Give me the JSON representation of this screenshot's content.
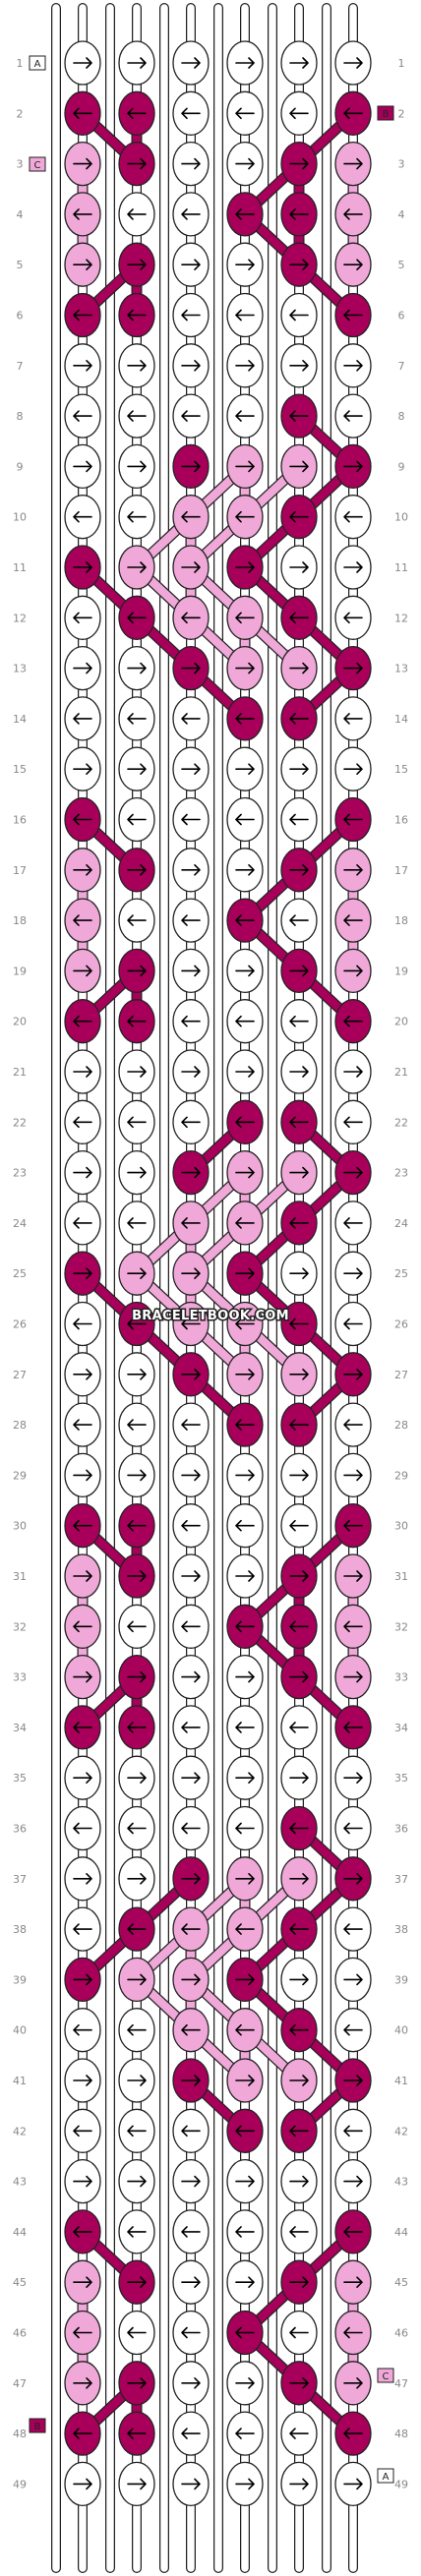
{
  "watermark": "BRACELETBOOK.COM",
  "colors": {
    "A": "#ffffff",
    "B": "#a8005a",
    "C": "#f0a8d8",
    "outline": "#222222"
  },
  "string_labels": {
    "top": "A",
    "row2_right": "B",
    "row3_left": "C",
    "row47_right": "C",
    "row48_left": "B",
    "row49_right": "A"
  },
  "rows": [
    {
      "n": "1",
      "knots": [
        [
          "A",
          "R"
        ],
        [
          "A",
          "R"
        ],
        [
          "A",
          "R"
        ],
        [
          "A",
          "R"
        ],
        [
          "A",
          "R"
        ],
        [
          "A",
          "R"
        ]
      ]
    },
    {
      "n": "2",
      "knots": [
        [
          "B",
          "L"
        ],
        [
          "B",
          "L"
        ],
        [
          "A",
          "L"
        ],
        [
          "A",
          "L"
        ],
        [
          "A",
          "L"
        ],
        [
          "B",
          "L"
        ]
      ]
    },
    {
      "n": "3",
      "knots": [
        [
          "C",
          "R"
        ],
        [
          "B",
          "R"
        ],
        [
          "A",
          "R"
        ],
        [
          "A",
          "R"
        ],
        [
          "B",
          "R"
        ],
        [
          "C",
          "R"
        ]
      ]
    },
    {
      "n": "4",
      "knots": [
        [
          "C",
          "L"
        ],
        [
          "A",
          "L"
        ],
        [
          "A",
          "L"
        ],
        [
          "B",
          "L"
        ],
        [
          "B",
          "L"
        ],
        [
          "C",
          "L"
        ]
      ]
    },
    {
      "n": "5",
      "knots": [
        [
          "C",
          "R"
        ],
        [
          "B",
          "R"
        ],
        [
          "A",
          "R"
        ],
        [
          "A",
          "R"
        ],
        [
          "B",
          "R"
        ],
        [
          "C",
          "R"
        ]
      ]
    },
    {
      "n": "6",
      "knots": [
        [
          "B",
          "L"
        ],
        [
          "B",
          "L"
        ],
        [
          "A",
          "L"
        ],
        [
          "A",
          "L"
        ],
        [
          "A",
          "L"
        ],
        [
          "B",
          "L"
        ]
      ]
    },
    {
      "n": "7",
      "knots": [
        [
          "A",
          "R"
        ],
        [
          "A",
          "R"
        ],
        [
          "A",
          "R"
        ],
        [
          "A",
          "R"
        ],
        [
          "A",
          "R"
        ],
        [
          "A",
          "R"
        ]
      ]
    },
    {
      "n": "8",
      "knots": [
        [
          "A",
          "L"
        ],
        [
          "A",
          "L"
        ],
        [
          "A",
          "L"
        ],
        [
          "A",
          "L"
        ],
        [
          "B",
          "L"
        ],
        [
          "A",
          "L"
        ]
      ]
    },
    {
      "n": "9",
      "knots": [
        [
          "A",
          "R"
        ],
        [
          "A",
          "R"
        ],
        [
          "B",
          "R"
        ],
        [
          "C",
          "R"
        ],
        [
          "C",
          "R"
        ],
        [
          "B",
          "R"
        ]
      ]
    },
    {
      "n": "10",
      "knots": [
        [
          "A",
          "L"
        ],
        [
          "A",
          "L"
        ],
        [
          "C",
          "L"
        ],
        [
          "C",
          "L"
        ],
        [
          "B",
          "L"
        ],
        [
          "A",
          "L"
        ]
      ]
    },
    {
      "n": "11",
      "knots": [
        [
          "B",
          "R"
        ],
        [
          "C",
          "R"
        ],
        [
          "C",
          "R"
        ],
        [
          "B",
          "R"
        ],
        [
          "A",
          "R"
        ],
        [
          "A",
          "R"
        ]
      ]
    },
    {
      "n": "12",
      "knots": [
        [
          "A",
          "L"
        ],
        [
          "B",
          "L"
        ],
        [
          "C",
          "L"
        ],
        [
          "C",
          "L"
        ],
        [
          "B",
          "L"
        ],
        [
          "A",
          "L"
        ]
      ]
    },
    {
      "n": "13",
      "knots": [
        [
          "A",
          "R"
        ],
        [
          "A",
          "R"
        ],
        [
          "B",
          "R"
        ],
        [
          "C",
          "R"
        ],
        [
          "C",
          "R"
        ],
        [
          "B",
          "R"
        ]
      ]
    },
    {
      "n": "14",
      "knots": [
        [
          "A",
          "L"
        ],
        [
          "A",
          "L"
        ],
        [
          "A",
          "L"
        ],
        [
          "B",
          "L"
        ],
        [
          "B",
          "L"
        ],
        [
          "A",
          "L"
        ]
      ]
    },
    {
      "n": "15",
      "knots": [
        [
          "A",
          "R"
        ],
        [
          "A",
          "R"
        ],
        [
          "A",
          "R"
        ],
        [
          "A",
          "R"
        ],
        [
          "A",
          "R"
        ],
        [
          "A",
          "R"
        ]
      ]
    },
    {
      "n": "16",
      "knots": [
        [
          "B",
          "L"
        ],
        [
          "A",
          "L"
        ],
        [
          "A",
          "L"
        ],
        [
          "A",
          "L"
        ],
        [
          "A",
          "L"
        ],
        [
          "B",
          "L"
        ]
      ]
    },
    {
      "n": "17",
      "knots": [
        [
          "C",
          "R"
        ],
        [
          "B",
          "R"
        ],
        [
          "A",
          "R"
        ],
        [
          "A",
          "R"
        ],
        [
          "B",
          "R"
        ],
        [
          "C",
          "R"
        ]
      ]
    },
    {
      "n": "18",
      "knots": [
        [
          "C",
          "L"
        ],
        [
          "A",
          "L"
        ],
        [
          "A",
          "L"
        ],
        [
          "B",
          "L"
        ],
        [
          "A",
          "L"
        ],
        [
          "C",
          "L"
        ]
      ]
    },
    {
      "n": "19",
      "knots": [
        [
          "C",
          "R"
        ],
        [
          "B",
          "R"
        ],
        [
          "A",
          "R"
        ],
        [
          "A",
          "R"
        ],
        [
          "B",
          "R"
        ],
        [
          "C",
          "R"
        ]
      ]
    },
    {
      "n": "20",
      "knots": [
        [
          "B",
          "L"
        ],
        [
          "B",
          "L"
        ],
        [
          "A",
          "L"
        ],
        [
          "A",
          "L"
        ],
        [
          "A",
          "L"
        ],
        [
          "B",
          "L"
        ]
      ]
    },
    {
      "n": "21",
      "knots": [
        [
          "A",
          "R"
        ],
        [
          "A",
          "R"
        ],
        [
          "A",
          "R"
        ],
        [
          "A",
          "R"
        ],
        [
          "A",
          "R"
        ],
        [
          "A",
          "R"
        ]
      ]
    },
    {
      "n": "22",
      "knots": [
        [
          "A",
          "L"
        ],
        [
          "A",
          "L"
        ],
        [
          "A",
          "L"
        ],
        [
          "B",
          "L"
        ],
        [
          "B",
          "L"
        ],
        [
          "A",
          "L"
        ]
      ]
    },
    {
      "n": "23",
      "knots": [
        [
          "A",
          "R"
        ],
        [
          "A",
          "R"
        ],
        [
          "B",
          "R"
        ],
        [
          "C",
          "R"
        ],
        [
          "C",
          "R"
        ],
        [
          "B",
          "R"
        ]
      ]
    },
    {
      "n": "24",
      "knots": [
        [
          "A",
          "L"
        ],
        [
          "A",
          "L"
        ],
        [
          "C",
          "L"
        ],
        [
          "C",
          "L"
        ],
        [
          "B",
          "L"
        ],
        [
          "A",
          "L"
        ]
      ]
    },
    {
      "n": "25",
      "knots": [
        [
          "B",
          "R"
        ],
        [
          "C",
          "R"
        ],
        [
          "C",
          "R"
        ],
        [
          "B",
          "R"
        ],
        [
          "A",
          "R"
        ],
        [
          "A",
          "R"
        ]
      ]
    },
    {
      "n": "26",
      "knots": [
        [
          "A",
          "L"
        ],
        [
          "B",
          "L"
        ],
        [
          "C",
          "L"
        ],
        [
          "C",
          "L"
        ],
        [
          "B",
          "L"
        ],
        [
          "A",
          "L"
        ]
      ]
    },
    {
      "n": "27",
      "knots": [
        [
          "A",
          "R"
        ],
        [
          "A",
          "R"
        ],
        [
          "B",
          "R"
        ],
        [
          "C",
          "R"
        ],
        [
          "C",
          "R"
        ],
        [
          "B",
          "R"
        ]
      ]
    },
    {
      "n": "28",
      "knots": [
        [
          "A",
          "L"
        ],
        [
          "A",
          "L"
        ],
        [
          "A",
          "L"
        ],
        [
          "B",
          "L"
        ],
        [
          "B",
          "L"
        ],
        [
          "A",
          "L"
        ]
      ]
    },
    {
      "n": "29",
      "knots": [
        [
          "A",
          "R"
        ],
        [
          "A",
          "R"
        ],
        [
          "A",
          "R"
        ],
        [
          "A",
          "R"
        ],
        [
          "A",
          "R"
        ],
        [
          "A",
          "R"
        ]
      ]
    },
    {
      "n": "30",
      "knots": [
        [
          "B",
          "L"
        ],
        [
          "B",
          "L"
        ],
        [
          "A",
          "L"
        ],
        [
          "A",
          "L"
        ],
        [
          "A",
          "L"
        ],
        [
          "B",
          "L"
        ]
      ]
    },
    {
      "n": "31",
      "knots": [
        [
          "C",
          "R"
        ],
        [
          "B",
          "R"
        ],
        [
          "A",
          "R"
        ],
        [
          "A",
          "R"
        ],
        [
          "B",
          "R"
        ],
        [
          "C",
          "R"
        ]
      ]
    },
    {
      "n": "32",
      "knots": [
        [
          "C",
          "L"
        ],
        [
          "A",
          "L"
        ],
        [
          "A",
          "L"
        ],
        [
          "B",
          "L"
        ],
        [
          "B",
          "L"
        ],
        [
          "C",
          "L"
        ]
      ]
    },
    {
      "n": "33",
      "knots": [
        [
          "C",
          "R"
        ],
        [
          "B",
          "R"
        ],
        [
          "A",
          "R"
        ],
        [
          "A",
          "R"
        ],
        [
          "B",
          "R"
        ],
        [
          "C",
          "R"
        ]
      ]
    },
    {
      "n": "34",
      "knots": [
        [
          "B",
          "L"
        ],
        [
          "B",
          "L"
        ],
        [
          "A",
          "L"
        ],
        [
          "A",
          "L"
        ],
        [
          "A",
          "L"
        ],
        [
          "B",
          "L"
        ]
      ]
    },
    {
      "n": "35",
      "knots": [
        [
          "A",
          "R"
        ],
        [
          "A",
          "R"
        ],
        [
          "A",
          "R"
        ],
        [
          "A",
          "R"
        ],
        [
          "A",
          "R"
        ],
        [
          "A",
          "R"
        ]
      ]
    },
    {
      "n": "36",
      "knots": [
        [
          "A",
          "L"
        ],
        [
          "A",
          "L"
        ],
        [
          "A",
          "L"
        ],
        [
          "A",
          "L"
        ],
        [
          "B",
          "L"
        ],
        [
          "A",
          "L"
        ]
      ]
    },
    {
      "n": "37",
      "knots": [
        [
          "A",
          "R"
        ],
        [
          "A",
          "R"
        ],
        [
          "B",
          "R"
        ],
        [
          "C",
          "R"
        ],
        [
          "C",
          "R"
        ],
        [
          "B",
          "R"
        ]
      ]
    },
    {
      "n": "38",
      "knots": [
        [
          "A",
          "L"
        ],
        [
          "B",
          "L"
        ],
        [
          "C",
          "L"
        ],
        [
          "C",
          "L"
        ],
        [
          "B",
          "L"
        ],
        [
          "A",
          "L"
        ]
      ]
    },
    {
      "n": "39",
      "knots": [
        [
          "B",
          "R"
        ],
        [
          "C",
          "R"
        ],
        [
          "C",
          "R"
        ],
        [
          "B",
          "R"
        ],
        [
          "A",
          "R"
        ],
        [
          "A",
          "R"
        ]
      ]
    },
    {
      "n": "40",
      "knots": [
        [
          "A",
          "L"
        ],
        [
          "A",
          "L"
        ],
        [
          "C",
          "L"
        ],
        [
          "C",
          "L"
        ],
        [
          "B",
          "L"
        ],
        [
          "A",
          "L"
        ]
      ]
    },
    {
      "n": "41",
      "knots": [
        [
          "A",
          "R"
        ],
        [
          "A",
          "R"
        ],
        [
          "B",
          "R"
        ],
        [
          "C",
          "R"
        ],
        [
          "C",
          "R"
        ],
        [
          "B",
          "R"
        ]
      ]
    },
    {
      "n": "42",
      "knots": [
        [
          "A",
          "L"
        ],
        [
          "A",
          "L"
        ],
        [
          "A",
          "L"
        ],
        [
          "B",
          "L"
        ],
        [
          "B",
          "L"
        ],
        [
          "A",
          "L"
        ]
      ]
    },
    {
      "n": "43",
      "knots": [
        [
          "A",
          "R"
        ],
        [
          "A",
          "R"
        ],
        [
          "A",
          "R"
        ],
        [
          "A",
          "R"
        ],
        [
          "A",
          "R"
        ],
        [
          "A",
          "R"
        ]
      ]
    },
    {
      "n": "44",
      "knots": [
        [
          "B",
          "L"
        ],
        [
          "A",
          "L"
        ],
        [
          "A",
          "L"
        ],
        [
          "A",
          "L"
        ],
        [
          "A",
          "L"
        ],
        [
          "B",
          "L"
        ]
      ]
    },
    {
      "n": "45",
      "knots": [
        [
          "C",
          "R"
        ],
        [
          "B",
          "R"
        ],
        [
          "A",
          "R"
        ],
        [
          "A",
          "R"
        ],
        [
          "B",
          "R"
        ],
        [
          "C",
          "R"
        ]
      ]
    },
    {
      "n": "46",
      "knots": [
        [
          "C",
          "L"
        ],
        [
          "A",
          "L"
        ],
        [
          "A",
          "L"
        ],
        [
          "B",
          "L"
        ],
        [
          "A",
          "L"
        ],
        [
          "C",
          "L"
        ]
      ]
    },
    {
      "n": "47",
      "knots": [
        [
          "C",
          "R"
        ],
        [
          "B",
          "R"
        ],
        [
          "A",
          "R"
        ],
        [
          "A",
          "R"
        ],
        [
          "B",
          "R"
        ],
        [
          "C",
          "R"
        ]
      ]
    },
    {
      "n": "48",
      "knots": [
        [
          "B",
          "L"
        ],
        [
          "B",
          "L"
        ],
        [
          "A",
          "L"
        ],
        [
          "A",
          "L"
        ],
        [
          "A",
          "L"
        ],
        [
          "B",
          "L"
        ]
      ]
    },
    {
      "n": "49",
      "knots": [
        [
          "A",
          "R"
        ],
        [
          "A",
          "R"
        ],
        [
          "A",
          "R"
        ],
        [
          "A",
          "R"
        ],
        [
          "A",
          "R"
        ],
        [
          "A",
          "R"
        ]
      ]
    }
  ]
}
